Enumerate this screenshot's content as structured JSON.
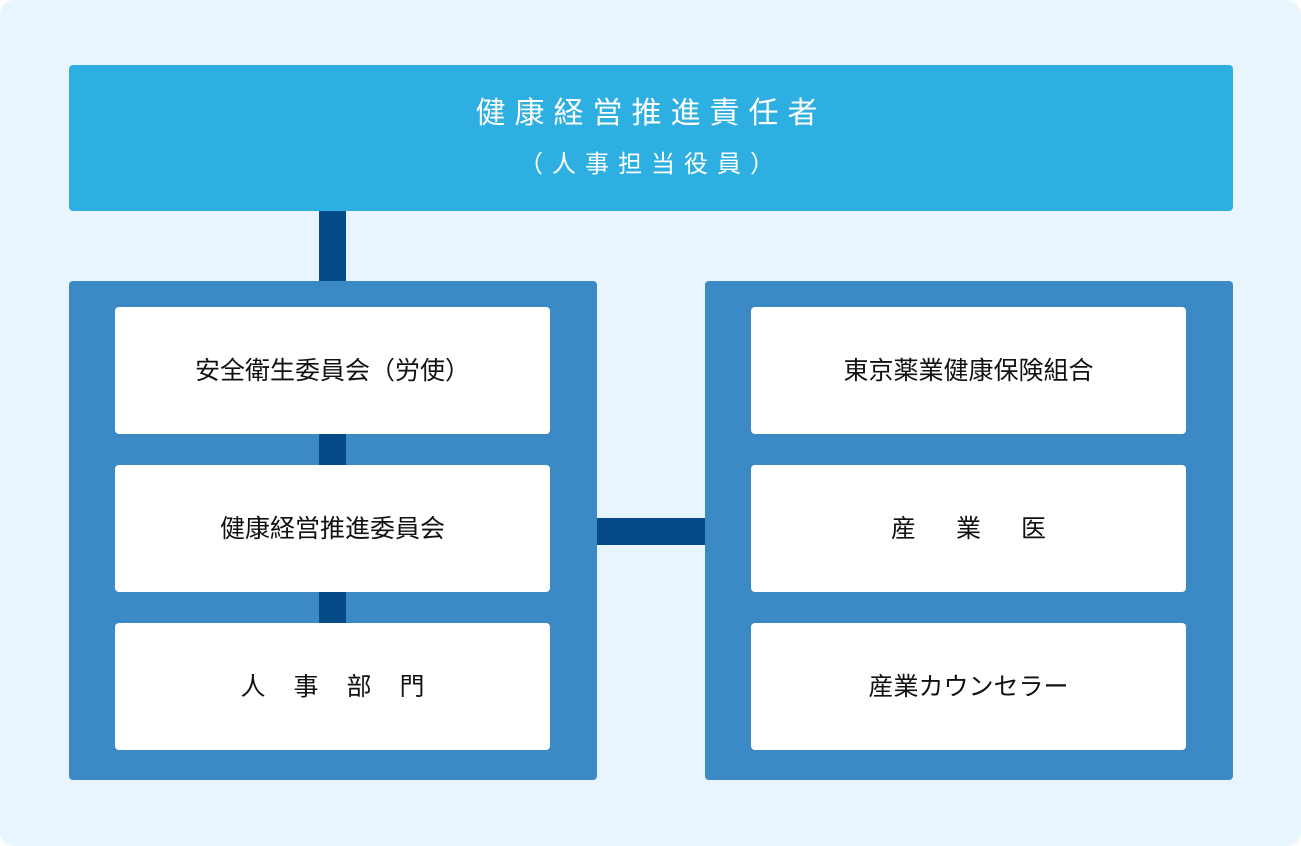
{
  "top": {
    "title": "健康経営推進責任者",
    "subtitle": "（人事担当役員）"
  },
  "left_group": {
    "items": [
      {
        "label": "安全衛生委員会（労使）"
      },
      {
        "label": "健康経営推進委員会"
      },
      {
        "label": "人事部門"
      }
    ]
  },
  "right_group": {
    "items": [
      {
        "label": "東京薬業健康保険組合"
      },
      {
        "label": "産業医"
      },
      {
        "label": "産業カウンセラー"
      }
    ]
  },
  "colors": {
    "background": "#e9f5fd",
    "top_box": "#2eafe2",
    "group_box": "#3b8ac5",
    "connector": "#044b88",
    "card": "#ffffff"
  }
}
